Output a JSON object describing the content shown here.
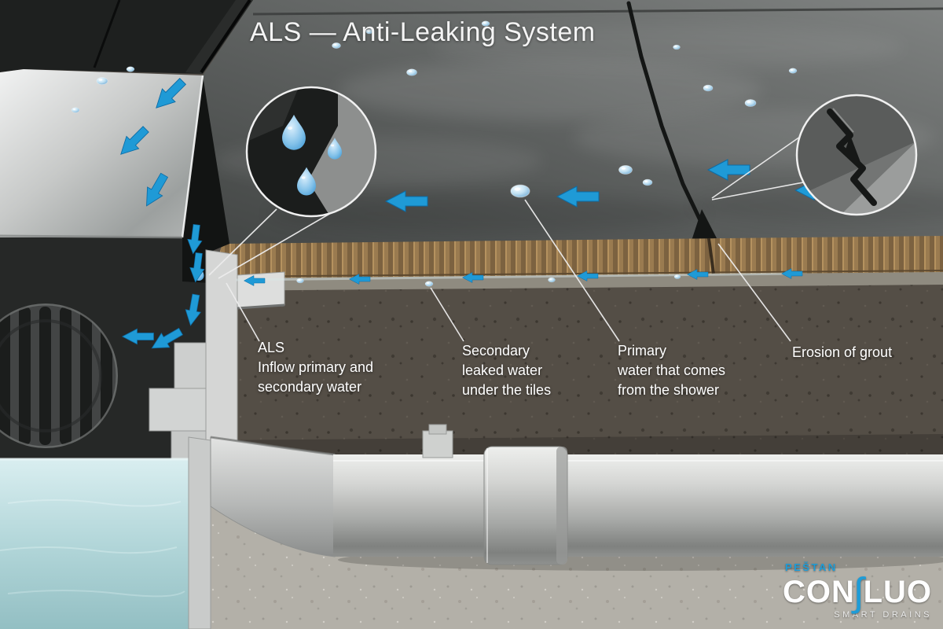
{
  "title": "ALS — Anti-Leaking System",
  "labels": {
    "als": {
      "lines": [
        "ALS",
        "Inflow primary and",
        "secondary water"
      ]
    },
    "secondary": {
      "lines": [
        "Secondary",
        "leaked water",
        "under the tiles"
      ]
    },
    "primary": {
      "lines": [
        "Primary",
        "water that comes",
        "from the shower"
      ]
    },
    "erosion": {
      "lines": [
        "Erosion of grout"
      ]
    }
  },
  "logo": {
    "brand": "PEŠTAN",
    "name_prefix": "CON",
    "swoosh_glyph": "∫",
    "name_suffix": "LUO",
    "tagline": "SMART DRAINS"
  },
  "colors": {
    "arrow_blue": "#1f9ad6",
    "logo_blue": "#1e9cd7",
    "callout_stroke": "#f0f0f0"
  }
}
